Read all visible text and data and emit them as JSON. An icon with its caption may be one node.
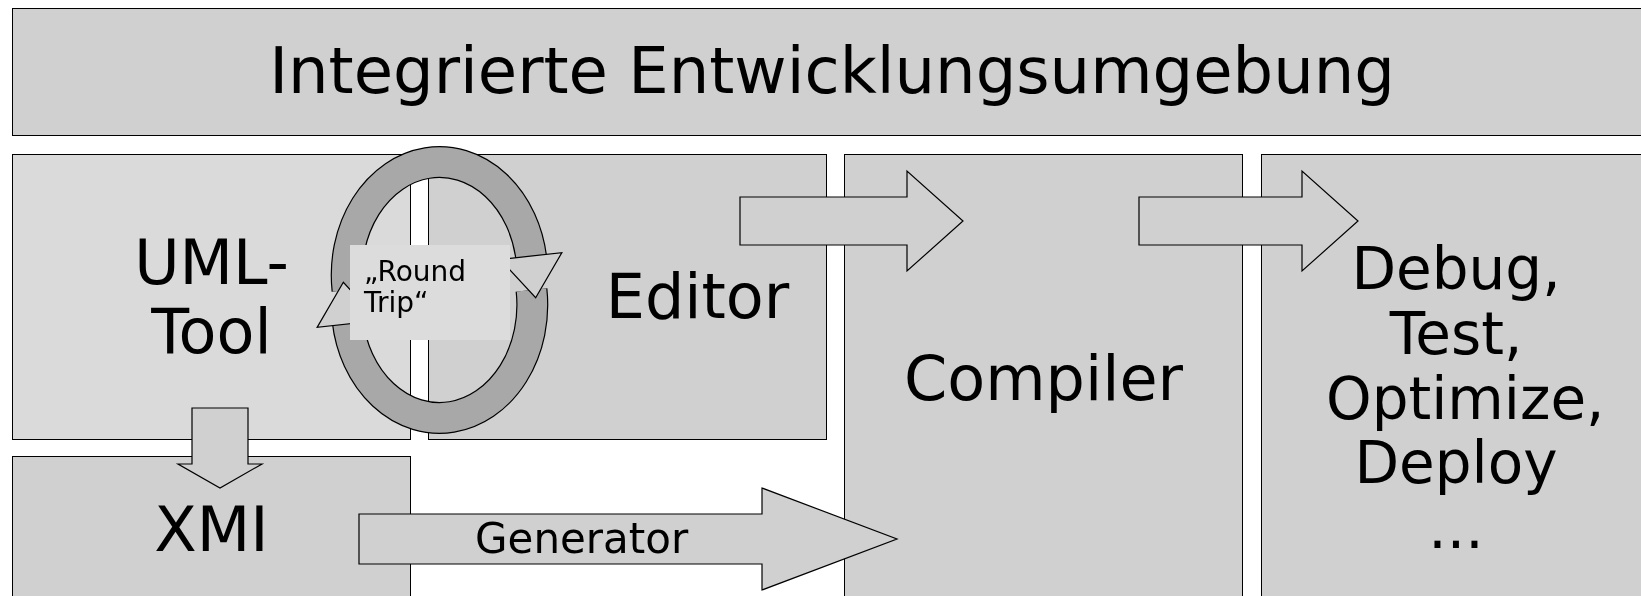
{
  "diagram": {
    "nodes": [
      {
        "text": [
          "Integrierte Entwicklungsumgebung"
        ]
      },
      {
        "text": [
          "UML- Tool"
        ]
      },
      {
        "text": [
          "Editor"
        ]
      },
      {
        "text": [
          "Compiler"
        ]
      },
      {
        "text": [
          "Debug, Test, Optimize, Deploy ..."
        ]
      },
      {
        "text": [
          "XMI"
        ]
      }
    ],
    "edges": [
      {
        "from": 1,
        "to": 2,
        "arrow": "both",
        "label": "„Round Trip“"
      },
      {
        "from": 1,
        "to": 5,
        "arrow": "to"
      },
      {
        "from": 2,
        "to": 3,
        "arrow": "to"
      },
      {
        "from": 3,
        "to": 4,
        "arrow": "to"
      },
      {
        "from": 5,
        "to": 3,
        "arrow": "to",
        "label": "Generator"
      }
    ]
  }
}
